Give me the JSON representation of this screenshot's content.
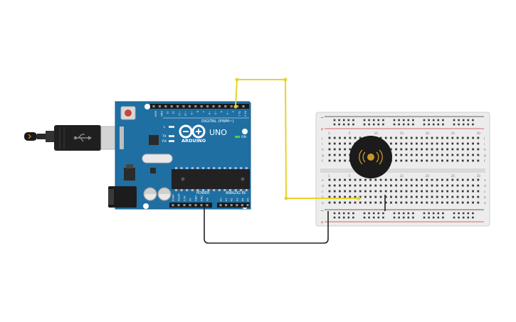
{
  "board": {
    "brand": "ARDUINO",
    "model": "UNO",
    "digital_label": "DIGITAL (PWM~)",
    "power_label": "POWER",
    "analog_label": "ANALOG IN",
    "on_label": "ON",
    "led_l": "L",
    "led_tx": "TX",
    "led_rx": "RX",
    "digital_pins": [
      "AREF",
      "GND",
      "13",
      "12",
      "~11",
      "~10",
      "~9",
      "8",
      "7",
      "~6",
      "~5",
      "4",
      "~3",
      "2",
      "TX 1",
      "RX 0"
    ],
    "power_pins": [
      "IOREF",
      "RESET",
      "3.3V",
      "5V",
      "GND",
      "GND",
      "Vin"
    ],
    "analog_pins": [
      "A0",
      "A1",
      "A2",
      "A3",
      "A4",
      "A5"
    ]
  },
  "breadboard": {
    "rows_top": [
      "j",
      "i",
      "h",
      "g",
      "f"
    ],
    "rows_bottom": [
      "e",
      "d",
      "c",
      "b",
      "a"
    ],
    "column_numbers": [
      "1",
      "5",
      "10",
      "15",
      "20",
      "25",
      "30"
    ]
  },
  "colors": {
    "board": "#1f6fa3",
    "board_edge": "#195c88",
    "wire_signal": "#e5d42a",
    "wire_ground": "#222222",
    "breadboard": "#e9e9e9",
    "rail_red": "#d33a3a",
    "rail_black": "#333333",
    "buzzer": "#1b1b1b",
    "buzzer_center": "#c8962a"
  }
}
